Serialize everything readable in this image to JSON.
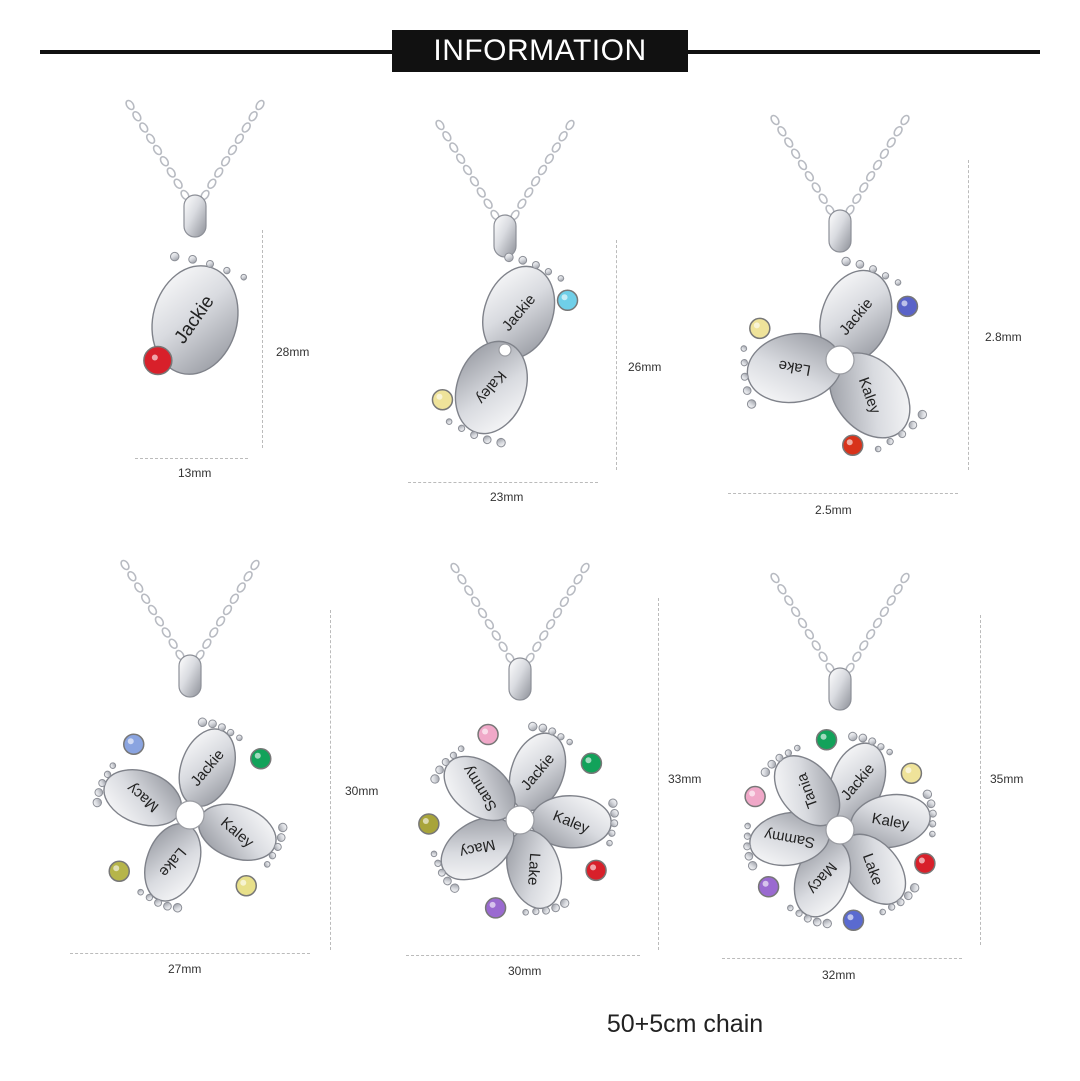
{
  "header": {
    "title": "INFORMATION"
  },
  "products": [
    {
      "names": [
        "Jackie"
      ],
      "height_label": "28mm",
      "width_label": "13mm",
      "stones": [
        "#d8202a"
      ]
    },
    {
      "names": [
        "Jackie",
        "Kaley"
      ],
      "height_label": "26mm",
      "width_label": "23mm",
      "stones": [
        "#6fcfe8",
        "#efe39a"
      ]
    },
    {
      "names": [
        "Jackie",
        "Kaley",
        "Lake"
      ],
      "height_label": "2.8mm",
      "width_label": "2.5mm",
      "stones": [
        "#5a63c8",
        "#d8321a",
        "#efe39a"
      ]
    },
    {
      "names": [
        "Jackie",
        "Kaley",
        "Lake",
        "Macy"
      ],
      "height_label": "30mm",
      "width_label": "27mm",
      "stones": [
        "#12a25a",
        "#e8e08a",
        "#b6b54a",
        "#8aa4e0"
      ]
    },
    {
      "names": [
        "Jackie",
        "Kaley",
        "Lake",
        "Macy",
        "Sammy"
      ],
      "height_label": "33mm",
      "width_label": "30mm",
      "stones": [
        "#12a25a",
        "#d8202a",
        "#9a6ad0",
        "#a8a43a",
        "#f0a8c8"
      ]
    },
    {
      "names": [
        "Jackie",
        "Kaley",
        "Lake",
        "Macy",
        "Sammy",
        "Tania"
      ],
      "height_label": "35mm",
      "width_label": "32mm",
      "stones": [
        "#efe39a",
        "#d8202a",
        "#5a6ad0",
        "#9a6ad0",
        "#f0a8c8",
        "#12a25a"
      ]
    }
  ],
  "footer": {
    "chain_label": "50+5cm  chain"
  }
}
